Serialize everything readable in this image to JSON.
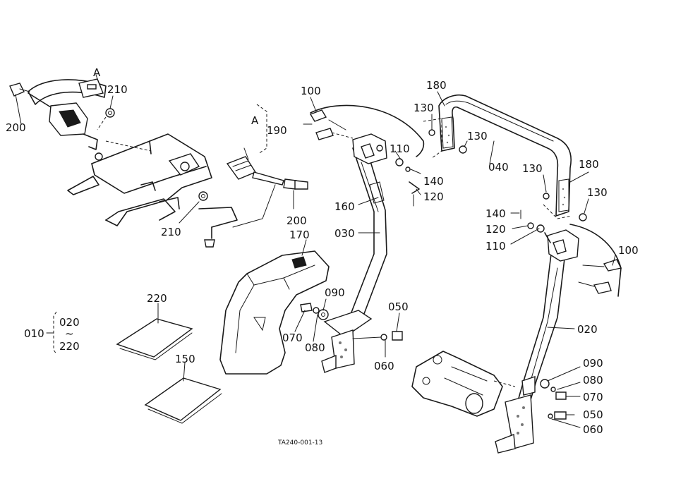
{
  "callouts": {
    "c010": "010",
    "c020a": "020",
    "c020b": "020",
    "c220a": "220",
    "c220b": "220",
    "c150": "150",
    "c200a": "200",
    "c200b": "200",
    "c210a": "210",
    "c210b": "210",
    "cA1": "A",
    "cA2": "A",
    "c190": "190",
    "c170": "170",
    "c100a": "100",
    "c100b": "100",
    "c160": "160",
    "c030": "030",
    "c110a": "110",
    "c110b": "110",
    "c140a": "140",
    "c140b": "140",
    "c120a": "120",
    "c120b": "120",
    "c180a": "180",
    "c180b": "180",
    "c130a": "130",
    "c130b": "130",
    "c130c": "130",
    "c130d": "130",
    "c040": "040",
    "c090a": "090",
    "c090b": "090",
    "c070a": "070",
    "c070b": "070",
    "c080a": "080",
    "c080b": "080",
    "c050a": "050",
    "c050b": "050",
    "c060a": "060",
    "c060b": "060",
    "tilde": "~"
  },
  "figure_code": "TA240-001-13"
}
